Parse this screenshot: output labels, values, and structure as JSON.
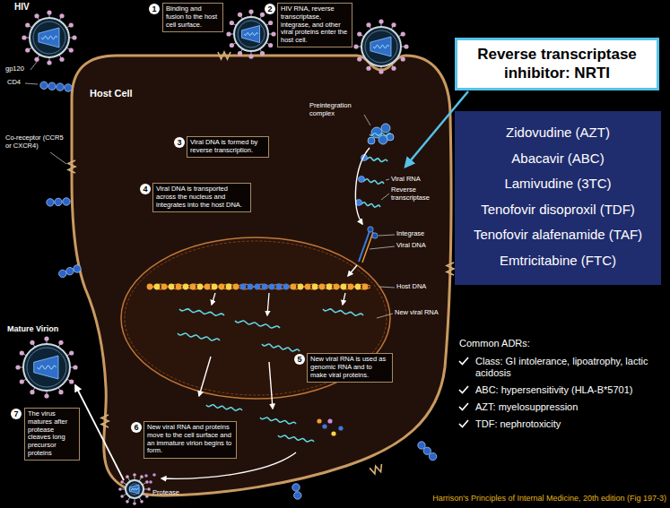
{
  "diagram": {
    "nodes": [
      {
        "text": [
          "Reverse transcriptase inhibitor: NRTI"
        ]
      },
      {
        "text": [
          "Zidovudine (AZT)",
          "Abacavir (ABC)",
          "Lamivudine (3TC)",
          "Tenofovir disoproxil (TDF)",
          "Tenofovir alafenamide (TAF)",
          "Emtricitabine (FTC)"
        ]
      },
      {
        "text": [
          "Binding and fusion to the host cell surface."
        ]
      },
      {
        "text": [
          "HIV RNA, reverse transcriptase, integrase, and other viral proteins enter the host cell."
        ]
      },
      {
        "text": [
          "Viral DNA is formed by reverse transcription."
        ]
      },
      {
        "text": [
          "Viral DNA is transported across the nucleus and integrates into the host DNA."
        ]
      },
      {
        "text": [
          "New viral RNA is used as genomic RNA and to make viral proteins."
        ]
      },
      {
        "text": [
          "New viral RNA and proteins move to the cell surface and an immature virion begins to form."
        ]
      },
      {
        "text": [
          "The virus matures after protease cleaves long precursor proteins"
        ]
      }
    ],
    "labels": [
      "HIV",
      "gp120",
      "CD4",
      "Co-receptor (CCR5 or CXCR4)",
      "Host Cell",
      "Preintegration complex",
      "Viral RNA",
      "Reverse transcriptase",
      "Integrase",
      "Viral DNA",
      "Host DNA",
      "New viral RNA",
      "Mature Virion",
      "Protease",
      "1",
      "2",
      "3",
      "4",
      "5",
      "6",
      "7",
      "Common ADRs:",
      "Class: GI intolerance, lipoatrophy, lactic acidosis",
      "ABC: hypersensitivity (HLA-B*5701)",
      "AZT: myelosuppression",
      "TDF: nephrotoxicity",
      "Harrison's Principles of Internal Medicine, 20th edition (Fig 197-3)"
    ]
  }
}
